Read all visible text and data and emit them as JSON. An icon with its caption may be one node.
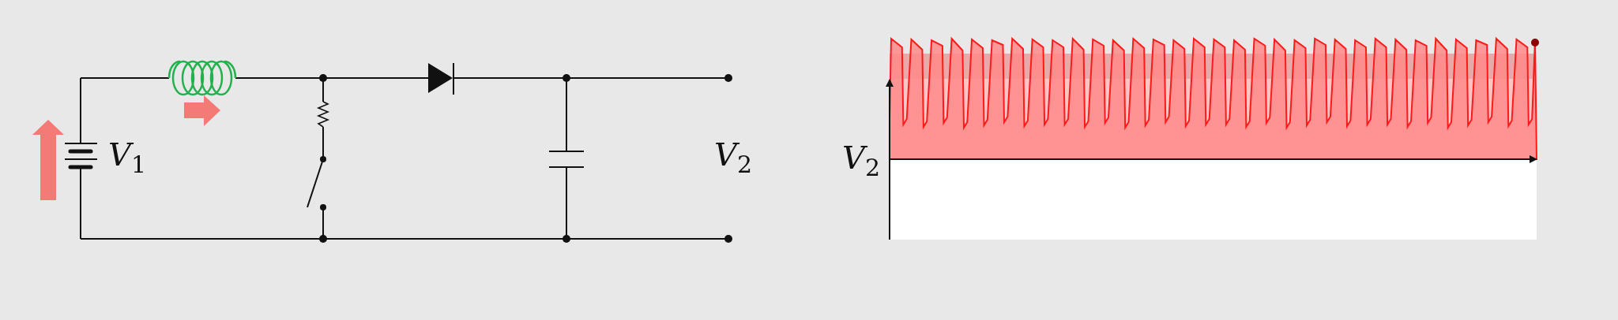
{
  "diagram": {
    "labels": [
      "*V*$_{1}$",
      "*V*$_{2}$",
      "*V*$_{2}$"
    ]
  }
}
